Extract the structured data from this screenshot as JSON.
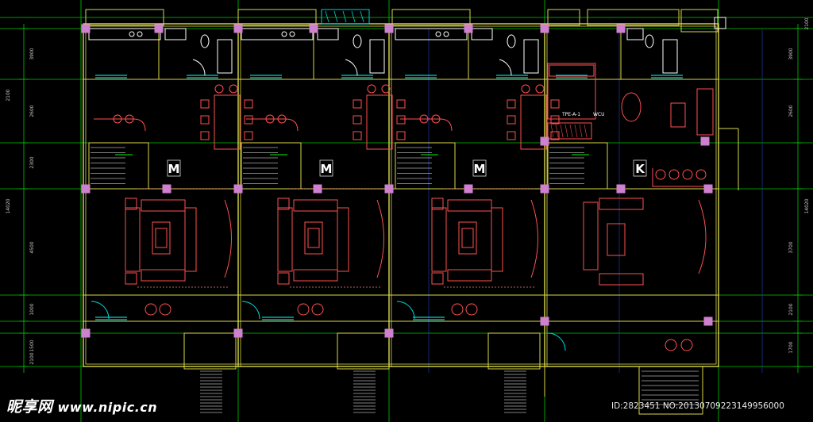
{
  "drawing": {
    "unit_labels": [
      "M",
      "M",
      "M",
      "K"
    ],
    "room_notes": [
      "TPE-A-1",
      "WCU"
    ],
    "dim_left": [
      "2100",
      "1500",
      "1000",
      "4500",
      "2300",
      "2600",
      "3900",
      "14020",
      "2100"
    ],
    "dim_right": [
      "3900",
      "2600",
      "1700",
      "3700",
      "2100",
      "14020",
      "2100"
    ],
    "colors": {
      "background": "#000000",
      "wall": "#d8d84a",
      "furniture": "#ff5050",
      "pillar": "#d080d0",
      "grid": "#00c800",
      "window": "#00d0d0",
      "door": "#ffffff"
    }
  },
  "watermark": {
    "site_name": "昵享网",
    "url": "www.nipic.cn",
    "image_id": "ID:2823451 NO:20130709223149956000"
  }
}
